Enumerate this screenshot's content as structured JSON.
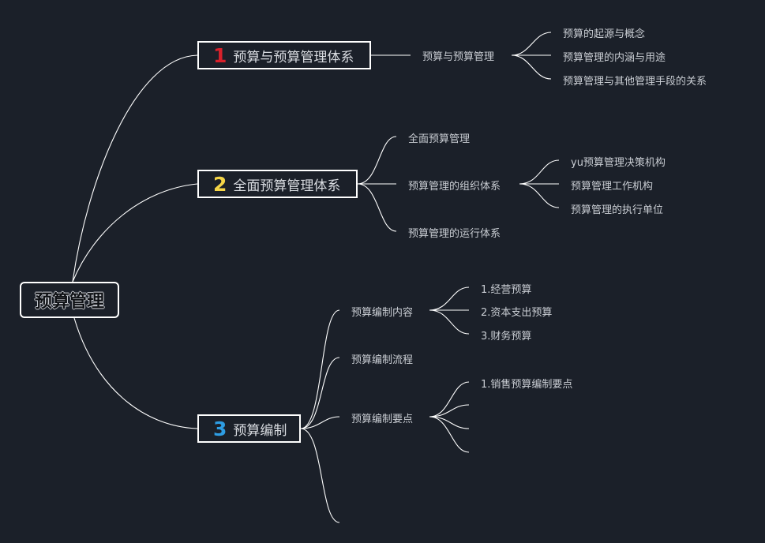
{
  "root": {
    "label": "预算管理"
  },
  "branches": [
    {
      "number": "1",
      "label": "预算与预算管理体系",
      "color": "#d9212b",
      "children": [
        {
          "label": "预算与预算管理",
          "children": [
            "预算的起源与概念",
            "预算管理的内涵与用途",
            "预算管理与其他管理手段的关系"
          ]
        }
      ]
    },
    {
      "number": "2",
      "label": "全面预算管理体系",
      "color": "#f5d547",
      "children": [
        {
          "label": "全面预算管理"
        },
        {
          "label": "预算管理的组织体系",
          "children": [
            "yu预算管理决策机构",
            "预算管理工作机构",
            "预算管理的执行单位"
          ]
        },
        {
          "label": "预算管理的运行体系"
        }
      ]
    },
    {
      "number": "3",
      "label": "预算编制",
      "color": "#2e9de3",
      "children": [
        {
          "label": "预算编制内容",
          "children": [
            "1.经营预算",
            "2.资本支出预算",
            "3.财务预算"
          ]
        },
        {
          "label": "预算编制流程"
        },
        {
          "label": "预算编制要点",
          "children": [
            "1.销售预算编制要点",
            "",
            "",
            ""
          ]
        },
        {
          "label": ""
        }
      ]
    }
  ],
  "colors": {
    "background": "#1b2029",
    "line": "#ffffff",
    "text": "#c9cdd3"
  }
}
